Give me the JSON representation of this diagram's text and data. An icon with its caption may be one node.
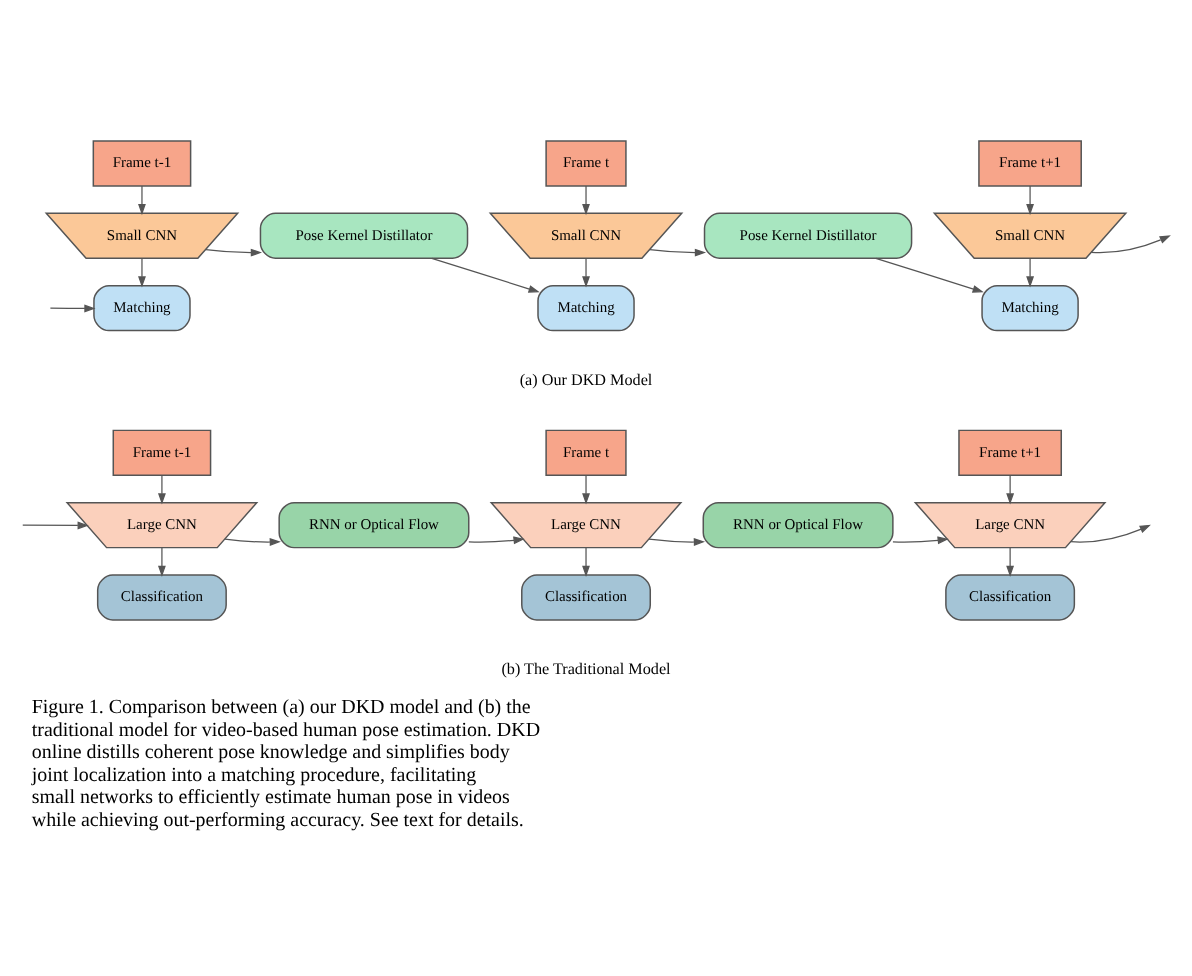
{
  "diagram": {
    "caption": "Figure 1. Comparison between (a) our DKD model and (b) the traditional model for video-based human pose estimation. DKD online distills coherent pose knowledge and simplifies body joint localization into a matching procedure, facilitating small networks to efficiently estimate human pose in videos while achieving out-performing accuracy. See text for details.",
    "nodes": [
      {
        "text": [
          "Frame t-1"
        ]
      },
      {
        "text": [
          "Frame t"
        ]
      },
      {
        "text": [
          "Frame t+1"
        ]
      },
      {
        "text": [
          "Small CNN"
        ]
      },
      {
        "text": [
          "Pose Kernel Distillator"
        ]
      },
      {
        "text": [
          "Small CNN"
        ]
      },
      {
        "text": [
          "Pose Kernel Distillator"
        ]
      },
      {
        "text": [
          "Small CNN"
        ]
      },
      {
        "text": [
          "Matching"
        ]
      },
      {
        "text": [
          "Matching"
        ]
      },
      {
        "text": [
          "Matching"
        ]
      },
      {
        "text": [
          "Frame t-1"
        ]
      },
      {
        "text": [
          "Frame t"
        ]
      },
      {
        "text": [
          "Frame t+1"
        ]
      },
      {
        "text": [
          "Large CNN"
        ]
      },
      {
        "text": [
          "RNN or Optical Flow"
        ]
      },
      {
        "text": [
          "Large CNN"
        ]
      },
      {
        "text": [
          "RNN or Optical Flow"
        ]
      },
      {
        "text": [
          "Large CNN"
        ]
      },
      {
        "text": [
          "Classification"
        ]
      },
      {
        "text": [
          "Classification"
        ]
      },
      {
        "text": [
          "Classification"
        ]
      }
    ],
    "edges": [
      {
        "from": 0,
        "to": 3,
        "arrow": "to"
      },
      {
        "from": 1,
        "to": 5,
        "arrow": "to"
      },
      {
        "from": 2,
        "to": 7,
        "arrow": "to"
      },
      {
        "from": 3,
        "to": 4,
        "arrow": "to"
      },
      {
        "from": 5,
        "to": 6,
        "arrow": "to"
      },
      {
        "from": 7,
        "to": null,
        "arrow": "to"
      },
      {
        "from": 3,
        "to": 8,
        "arrow": "to"
      },
      {
        "from": 5,
        "to": 9,
        "arrow": "to"
      },
      {
        "from": 7,
        "to": 10,
        "arrow": "to"
      },
      {
        "from": null,
        "to": 8,
        "arrow": "to"
      },
      {
        "from": 4,
        "to": 9,
        "arrow": "to"
      },
      {
        "from": 6,
        "to": 10,
        "arrow": "to"
      },
      {
        "from": 11,
        "to": 14,
        "arrow": "to"
      },
      {
        "from": 12,
        "to": 16,
        "arrow": "to"
      },
      {
        "from": 13,
        "to": 18,
        "arrow": "to"
      },
      {
        "from": null,
        "to": 14,
        "arrow": "to"
      },
      {
        "from": 14,
        "to": 15,
        "arrow": "to"
      },
      {
        "from": 15,
        "to": 16,
        "arrow": "to"
      },
      {
        "from": 16,
        "to": 17,
        "arrow": "to"
      },
      {
        "from": 17,
        "to": 18,
        "arrow": "to"
      },
      {
        "from": 18,
        "to": null,
        "arrow": "to"
      },
      {
        "from": 14,
        "to": 19,
        "arrow": "to"
      },
      {
        "from": 16,
        "to": 20,
        "arrow": "to"
      },
      {
        "from": 18,
        "to": 21,
        "arrow": "to"
      }
    ],
    "labels": [
      "(a) Our DKD Model",
      "(b) The Traditional Model"
    ]
  }
}
